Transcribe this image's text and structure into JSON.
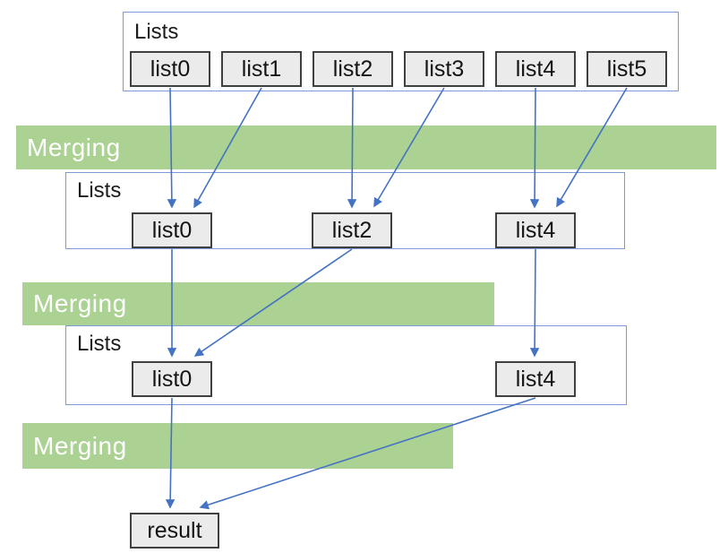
{
  "diagram": {
    "stages": [
      {
        "label": "Lists",
        "items": [
          "list0",
          "list1",
          "list2",
          "list3",
          "list4",
          "list5"
        ]
      },
      {
        "label": "Lists",
        "items": [
          "list0",
          "list2",
          "list4"
        ]
      },
      {
        "label": "Lists",
        "items": [
          "list0",
          "list4"
        ]
      }
    ],
    "bands": [
      "Merging",
      "Merging",
      "Merging"
    ],
    "result_label": "result",
    "colors": {
      "band_green": "#ABD293",
      "band_text": "#FFFFFF",
      "group_border_blue": "#7D9BD6",
      "connector_blue": "#4472C4",
      "item_fill_gray": "#EBEBEB",
      "item_border_gray": "#404040"
    }
  }
}
